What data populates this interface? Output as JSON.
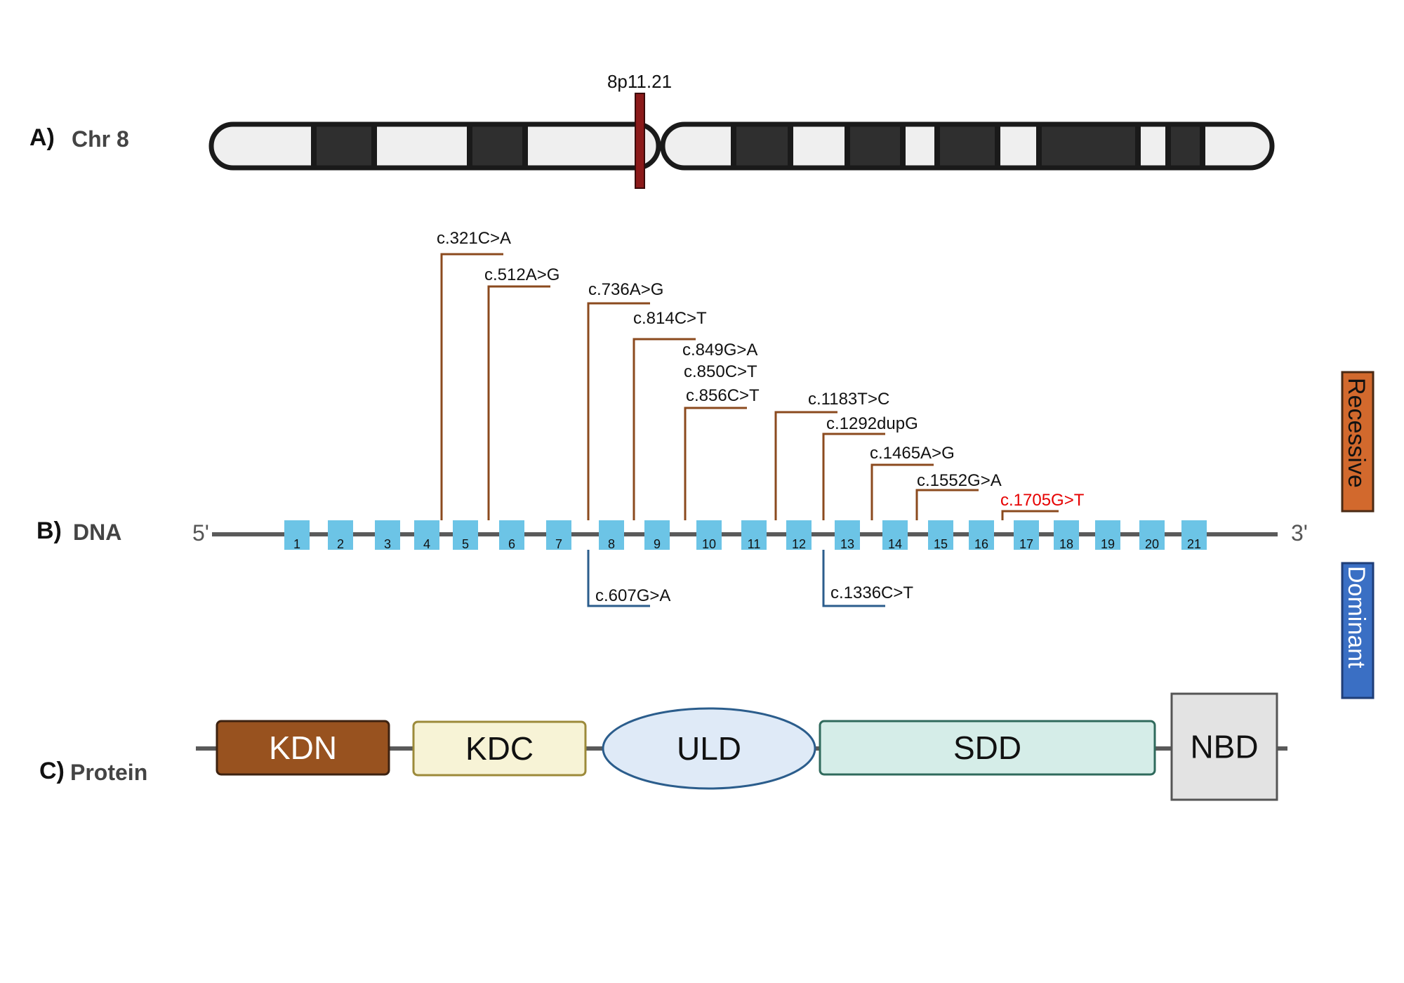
{
  "panels": {
    "a": {
      "letter": "A)",
      "label": "Chr 8"
    },
    "b": {
      "letter": "B)",
      "label": "DNA"
    },
    "c": {
      "letter": "C)",
      "label": "Protein"
    }
  },
  "chromosome": {
    "band_label": "8p11.21",
    "colors": {
      "outline": "#1a1a1a",
      "light_band": "#efefef",
      "dark_band": "#2f2f2f",
      "centromere": "#8b1a1a"
    }
  },
  "dna": {
    "five_prime": "5'",
    "three_prime": "3'",
    "exons": [
      "1",
      "2",
      "3",
      "4",
      "5",
      "6",
      "7",
      "8",
      "9",
      "10",
      "11",
      "12",
      "13",
      "14",
      "15",
      "16",
      "17",
      "18",
      "19",
      "20",
      "21"
    ],
    "exon_color": "#6cc4e6",
    "recessive_color": "#8b4a1e",
    "dominant_color": "#2b5d8c",
    "highlight_color": "#e60000",
    "recessive_variants": [
      {
        "label": "c.321C>A",
        "exon": "5"
      },
      {
        "label": "c.512A>G",
        "exon": "6"
      },
      {
        "label": "c.736A>G",
        "exon": "8"
      },
      {
        "label": "c.814C>T",
        "exon": "9"
      },
      {
        "label": "c.849G>A",
        "exon": "10"
      },
      {
        "label": "c.850C>T",
        "exon": "10"
      },
      {
        "label": "c.856C>T",
        "exon": "10"
      },
      {
        "label": "c.1183T>C",
        "exon": "12"
      },
      {
        "label": "c.1292dupG",
        "exon": "13"
      },
      {
        "label": "c.1465A>G",
        "exon": "14"
      },
      {
        "label": "c.1552G>A",
        "exon": "15"
      },
      {
        "label": "c.1705G>T",
        "exon": "17",
        "highlight": true
      }
    ],
    "dominant_variants": [
      {
        "label": "c.607G>A",
        "exon": "8"
      },
      {
        "label": "c.1336C>T",
        "exon": "13"
      }
    ]
  },
  "legend": {
    "recessive": {
      "label": "Recessive",
      "color": "#d2692d"
    },
    "dominant": {
      "label": "Dominant",
      "color": "#3a6fc4"
    }
  },
  "protein": {
    "domains": [
      {
        "label": "KDN",
        "fill": "#98521f",
        "stroke": "#3d2210",
        "text": "#ffffff"
      },
      {
        "label": "KDC",
        "fill": "#f7f3d6",
        "stroke": "#9c8a3a",
        "text": "#111111"
      },
      {
        "label": "ULD",
        "fill": "#dfeaf7",
        "stroke": "#2b5d8c",
        "text": "#111111"
      },
      {
        "label": "SDD",
        "fill": "#d5ede8",
        "stroke": "#2f6a5c",
        "text": "#111111"
      },
      {
        "label": "NBD",
        "fill": "#e3e3e3",
        "stroke": "#555555",
        "text": "#111111"
      }
    ]
  }
}
